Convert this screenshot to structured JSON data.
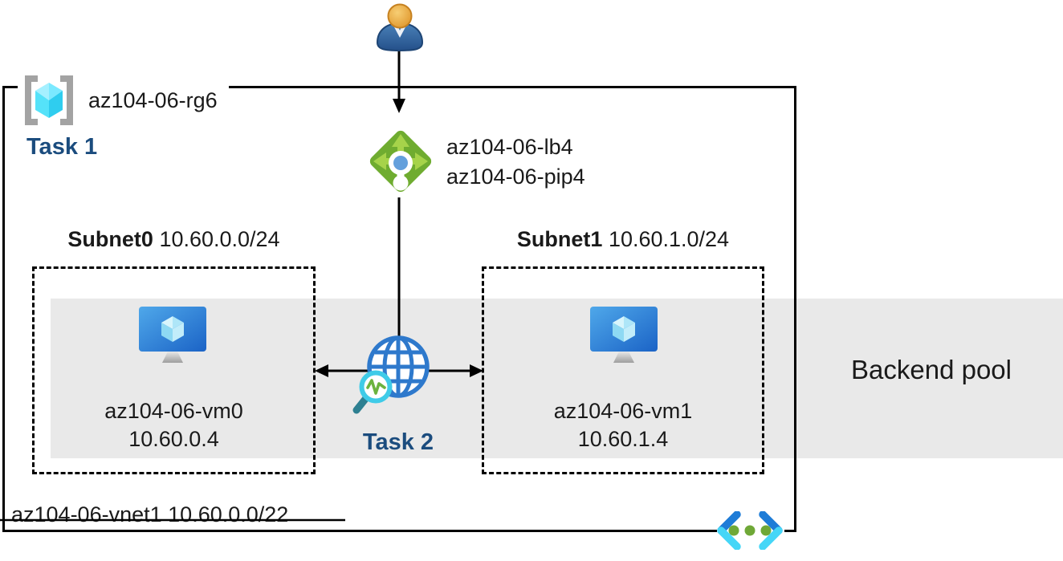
{
  "resource_group": {
    "name": "az104-06-rg6",
    "task_label": "Task 1"
  },
  "load_balancer": {
    "name": "az104-06-lb4",
    "public_ip_name": "az104-06-pip4"
  },
  "subnets": [
    {
      "name": "Subnet0",
      "cidr": "10.60.0.0/24",
      "vm": {
        "name": "az104-06-vm0",
        "ip": "10.60.0.4"
      }
    },
    {
      "name": "Subnet1",
      "cidr": "10.60.1.0/24",
      "vm": {
        "name": "az104-06-vm1",
        "ip": "10.60.1.4"
      }
    }
  ],
  "network_watcher": {
    "task_label": "Task 2"
  },
  "backend_pool": {
    "label": "Backend pool"
  },
  "vnet": {
    "name": "az104-06-vnet1",
    "cidr": "10.60.0.0/22"
  },
  "icons": {
    "user": "user-icon",
    "resource_group": "resource-group-brackets-cube-icon",
    "load_balancer": "load-balancer-diamond-icon",
    "virtual_machine": "virtual-machine-monitor-icon",
    "network_watcher": "network-watcher-globe-magnifier-icon",
    "virtual_network": "virtual-network-chevrons-icon"
  },
  "colors": {
    "task_text": "#1b4c7e",
    "backend_band": "#e9e9e9",
    "line": "#000000",
    "lb_green": "#6fac30",
    "lb_green_light": "#a6d34a",
    "azure_blue": "#2e79cc",
    "cube_cyan": "#50e6ff",
    "vnet_dot_green": "#6fa837"
  }
}
